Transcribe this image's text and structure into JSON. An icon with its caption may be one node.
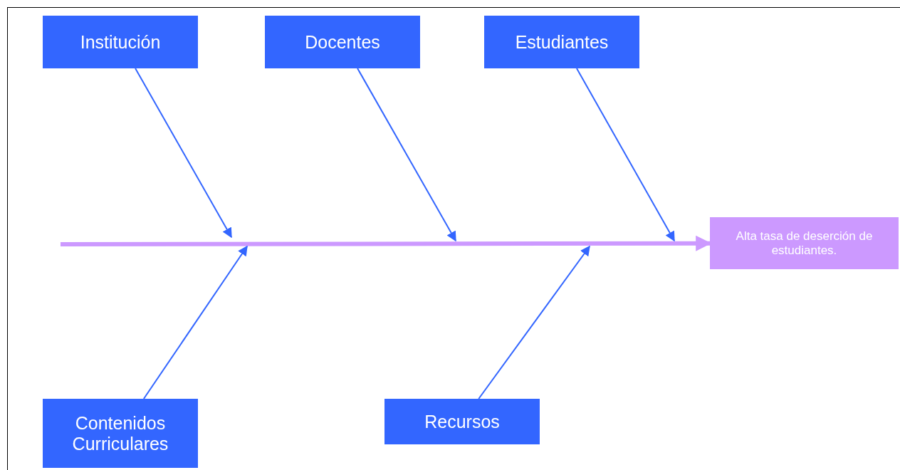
{
  "diagram": {
    "nodes": [
      {
        "text": [
          "Institución"
        ]
      },
      {
        "text": [
          "Docentes"
        ]
      },
      {
        "text": [
          "Estudiantes"
        ]
      },
      {
        "text": [
          "Contenidos Curriculares"
        ]
      },
      {
        "text": [
          "Recursos"
        ]
      },
      {
        "text": [
          "Alta tasa de deserción de estudiantes."
        ]
      }
    ],
    "edges": [
      {
        "from": null,
        "to": 5,
        "arrow": "to",
        "style": "thick",
        "color": "#cc99ff"
      },
      {
        "from": 0,
        "to": null,
        "arrow": "to"
      },
      {
        "from": 1,
        "to": null,
        "arrow": "to"
      },
      {
        "from": 2,
        "to": null,
        "arrow": "to"
      },
      {
        "from": 3,
        "to": null,
        "arrow": "to"
      },
      {
        "from": 4,
        "to": null,
        "arrow": "to"
      }
    ]
  }
}
